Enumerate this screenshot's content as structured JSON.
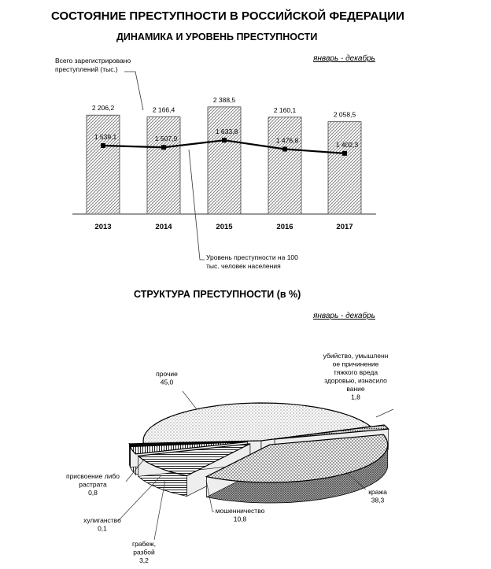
{
  "page": {
    "title": "СОСТОЯНИЕ ПРЕСТУПНОСТИ В РОССИЙСКОЙ ФЕДЕРАЦИИ"
  },
  "chart_data": [
    {
      "type": "bar",
      "title": "ДИНАМИКА И УРОВЕНЬ ПРЕСТУПНОСТИ",
      "period": "январь - декабрь",
      "categories": [
        "2013",
        "2014",
        "2015",
        "2016",
        "2017"
      ],
      "series": [
        {
          "name": "Всего зарегистрировано преступлений (тыс.)",
          "kind": "bar",
          "values": [
            2206.2,
            2166.4,
            2388.5,
            2160.1,
            2058.5
          ],
          "labels": [
            "2 206,2",
            "2 166,4",
            "2 388,5",
            "2 160,1",
            "2 058,5"
          ]
        },
        {
          "name": "Уровень преступности на 100 тыс. человек населения",
          "kind": "line",
          "values": [
            1539.1,
            1507.9,
            1633.8,
            1476.8,
            1402.3
          ],
          "labels": [
            "1 539,1",
            "1 507,9",
            "1 633,8",
            "1 476,8",
            "1 402,3"
          ]
        }
      ],
      "notes": {
        "bars_line1": "Всего зарегистрировано",
        "bars_line2": "преступлений (тыс.)",
        "line_line1": "Уровень преступности на 100",
        "line_line2": "тыс. человек населения"
      },
      "grid": false
    },
    {
      "type": "pie",
      "title": "СТРУКТУРА ПРЕСТУПНОСТИ (в %)",
      "period": "январь - декабрь",
      "slices": [
        {
          "name": "убийство, умышленное причинение тяжкого вреда здоровью, изнасилование",
          "value": 1.8,
          "label_lines": [
            "убийство, умышленн",
            "ое причинение",
            "тяжкого вреда",
            "здоровью, изнасило",
            "вание",
            "1,8"
          ]
        },
        {
          "name": "кража",
          "value": 38.3,
          "label_lines": [
            "кража",
            "38,3"
          ]
        },
        {
          "name": "мошенничество",
          "value": 10.8,
          "label_lines": [
            "мошенничество",
            "10,8"
          ]
        },
        {
          "name": "грабеж, разбой",
          "value": 3.2,
          "label_lines": [
            "грабеж,",
            "разбой",
            "3,2"
          ]
        },
        {
          "name": "хулиганство",
          "value": 0.1,
          "label_lines": [
            "хулиганство",
            "0,1"
          ]
        },
        {
          "name": "присвоение либо растрата",
          "value": 0.8,
          "label_lines": [
            "присвоение либо",
            "растрата",
            "0,8"
          ]
        },
        {
          "name": "прочие",
          "value": 45.0,
          "label_lines": [
            "прочие",
            "45,0"
          ]
        }
      ]
    }
  ]
}
